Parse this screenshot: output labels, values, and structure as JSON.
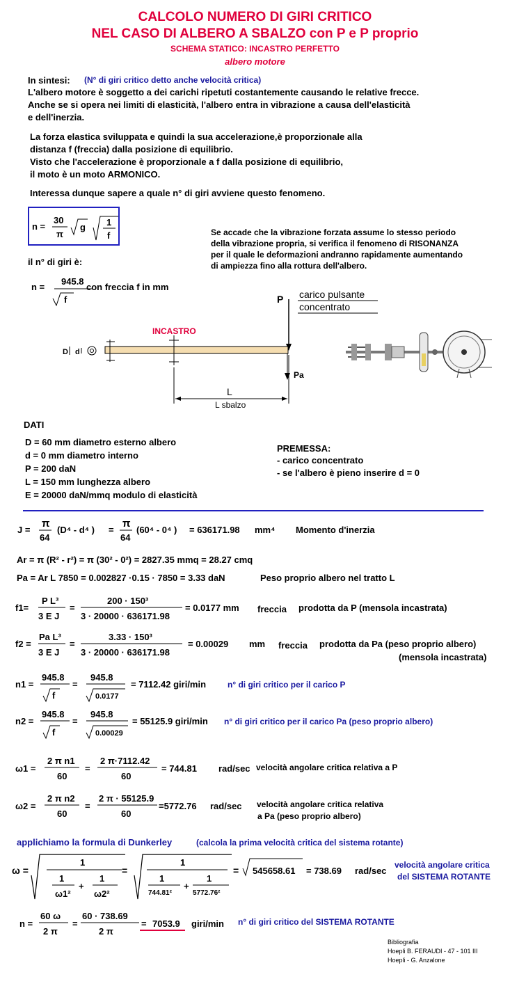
{
  "title": {
    "line1": "CALCOLO NUMERO DI GIRI CRITICO",
    "line2": "NEL CASO DI  ALBERO A SBALZO con P e P proprio",
    "line3": "SCHEMA STATICO: INCASTRO PERFETTO",
    "line4": "albero motore"
  },
  "intro": {
    "label": "In sintesi:",
    "note": "(N° di giri critico detto anche velocità critica)",
    "p1": [
      "L'albero motore è soggetto a dei carichi ripetuti costantemente causando  le relative frecce.",
      "Anche se si opera nei limiti di elasticità, l'albero entra in vibrazione a causa dell'elasticità",
      "e dell'inerzia."
    ],
    "p2": [
      "La forza elastica sviluppata e quindi la sua accelerazione,è proporzionale alla",
      "distanza f (freccia) dalla posizione di equilibrio.",
      "Visto che l'accelerazione è proporzionale a f dalla posizione di equilibrio,",
      "il moto è un moto ARMONICO."
    ],
    "p3": "Interessa dunque sapere a quale n° di giri avviene questo fenomeno."
  },
  "resonance": [
    "Se accade che la vibrazione forzata assume lo stesso periodo",
    "della vibrazione propria, si verifica il fenomeno di RISONANZA",
    "per il quale le deformazioni andranno rapidamente aumentando",
    "di ampiezza fino alla rottura dell'albero."
  ],
  "formula_box": {
    "n": "n =",
    "num": "30",
    "den": "π",
    "g": "g",
    "one": "1",
    "f": "f"
  },
  "giri_label": "il n° di giri è:",
  "formula2": {
    "n": "n =",
    "num": "945.8",
    "f": "f",
    "text": "con freccia   f    in mm"
  },
  "diagram": {
    "P": "P",
    "carico1": "carico pulsante",
    "carico2": "concentrato",
    "incastro": "INCASTRO",
    "D": "D",
    "d": "d",
    "Pa": "Pa",
    "L": "L",
    "Lsbalzo": "L sbalzo"
  },
  "dati": {
    "title": "DATI",
    "lines": [
      "D = 60 mm diametro esterno albero",
      "d = 0 mm diametro interno",
      "P = 200 daN",
      "L = 150  mm lunghezza albero",
      "E = 20000  daN/mmq  modulo di elasticità"
    ]
  },
  "premessa": {
    "title": "PREMESSA:",
    "lines": [
      "- carico concentrato",
      "- se l'albero è pieno inserire d = 0"
    ]
  },
  "calc": {
    "J": {
      "lhs": "J =",
      "pi": "π",
      "den": "64",
      "expr": "(D⁴ - d⁴ )",
      "eq": "=",
      "expr2": "(60⁴ - 0⁴ )",
      "res": "=  636171.98",
      "unit": "mm⁴",
      "desc": "Momento d'inerzia"
    },
    "Ar": "Ar = π  (R² - r²) = π  (30² - 0²) =  2827.35 mmq = 28.27 cmq",
    "Pa": "Pa = Ar L 7850 = 0.002827 ·0.15 · 7850 = 3.33 daN",
    "Pa_desc": "Peso proprio albero nel tratto L",
    "f1": {
      "lhs": "f1=",
      "num": "P L³",
      "den": "3 E J",
      "eq": "=",
      "num2": "200 · 150³",
      "den2": "3 · 20000 · 636171.98",
      "res": "= 0.0177 mm",
      "w": "freccia",
      "desc": "prodotta da P (mensola incastrata)"
    },
    "f2": {
      "lhs": "f2 =",
      "num": "Pa  L³",
      "den": "3 E J",
      "eq": "=",
      "num2": "3.33  · 150³",
      "den2": "3 · 20000 · 636171.98",
      "res": "= 0.00029",
      "unit": "mm",
      "w": "freccia",
      "desc": "prodotta da Pa (peso proprio albero)",
      "desc2": "(mensola incastrata)"
    },
    "n1": {
      "lhs": "n1 =",
      "num": "945.8",
      "f": "f",
      "eq": "=",
      "num2": "945.8",
      "f2": "0.0177",
      "res": "=  7112.42  giri/min",
      "desc": "n° di giri critico  per il carico P"
    },
    "n2": {
      "lhs": "n2 =",
      "num": "945.8",
      "f": "f",
      "eq": "=",
      "num2": "945.8",
      "f2": "0.00029",
      "res": "= 55125.9  giri/min",
      "desc": "n° di giri critico  per il carico Pa (peso proprio albero)"
    },
    "w1": {
      "lhs": "ω1 =",
      "num": "2 π n1",
      "den": "60",
      "eq": "=",
      "num2": "2 π·7112.42",
      "den2": "60",
      "res": "=   744.81",
      "unit": "rad/sec",
      "desc": "velocità angolare  critica   relativa a P"
    },
    "w2": {
      "lhs": "ω2 =",
      "num": "2 π n2",
      "den": "60",
      "eq": "=",
      "num2": "2 π · 55125.9",
      "den2": "60",
      "res": "=5772.76",
      "unit": "rad/sec",
      "desc": "velocità  angolare critica  relativa",
      "desc2": "a Pa (peso proprio albero)"
    },
    "dunk": {
      "title": "applichiamo la formula di Dunkerley",
      "note": "(calcola la prima velocità critica del sistema rotante)"
    },
    "omega": {
      "lhs": "ω =",
      "one": "1",
      "w1": "ω1²",
      "plus": "+",
      "w2": "ω2²",
      "eq": "=",
      "v1": "744.81²",
      "v2": "5772.76²",
      "eq2": "=",
      "sq": "545658.61",
      "res": "= 738.69",
      "unit": "rad/sec",
      "desc1": "velocità angolare critica",
      "desc2": "del SISTEMA ROTANTE"
    },
    "nfinal": {
      "lhs": "n =",
      "num": "60  ω",
      "den": "2  π",
      "eq": "=",
      "num2": "60  ·  738.69",
      "den2": "2  π",
      "eq2": "=",
      "res": "7053.9",
      "unit": "giri/min",
      "desc": "n° di giri critico del SISTEMA ROTANTE"
    }
  },
  "biblio": [
    "Bibliografia",
    "Hoepli  B. FERAUDI - 47 - 101 III",
    "Hoepli - G. Anzalone"
  ],
  "colors": {
    "title": "#e0003c",
    "note": "#1a1aa0",
    "rule": "#2020c0",
    "shaft": "#f5ddb0"
  }
}
